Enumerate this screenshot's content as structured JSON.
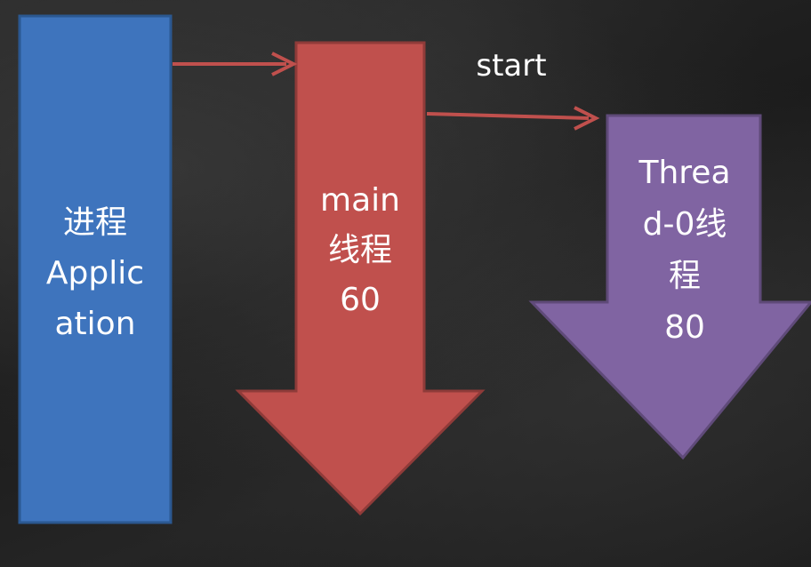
{
  "process_box": {
    "lines": [
      "进程",
      "Applic",
      "ation"
    ],
    "color": "#3e74bd",
    "border_color": "#2b5891"
  },
  "main_thread": {
    "lines": [
      "main",
      "线程",
      "60"
    ],
    "color": "#c0504d",
    "border_color": "#8f3b39"
  },
  "child_thread": {
    "lines": [
      "Threa",
      "d-0线",
      "程",
      "80"
    ],
    "color": "#8064a2",
    "border_color": "#5f4a79"
  },
  "start_arrow": {
    "label": "start",
    "color": "#c0504d"
  },
  "connector_arrow": {
    "color": "#c0504d"
  }
}
